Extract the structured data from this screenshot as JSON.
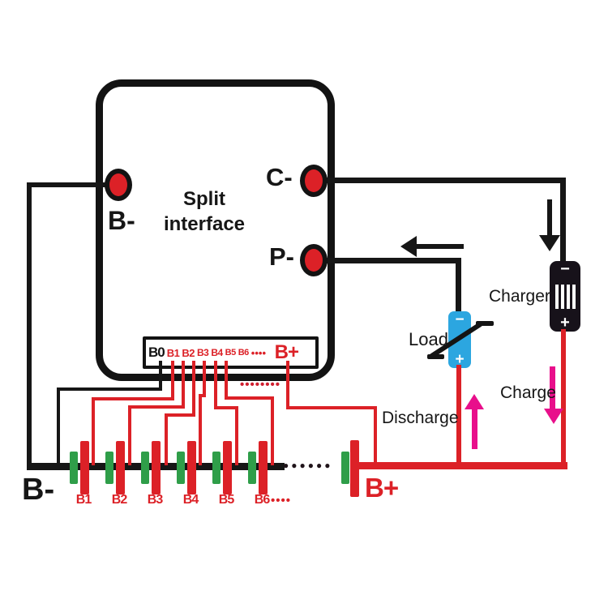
{
  "interface_box": {
    "title_line1": "Split",
    "title_line2": "interface",
    "terminal_b_minus": "B-",
    "terminal_c_minus": "C-",
    "terminal_p_minus": "P-"
  },
  "connector": {
    "pin_b0": "B0",
    "pin_labels": [
      "B1",
      "B2",
      "B3",
      "B4",
      "B5",
      "B6"
    ],
    "more_dots": "••••",
    "pin_b_plus": "B+",
    "wire_dots": "••••••••"
  },
  "battery": {
    "cell_labels": [
      "B1",
      "B2",
      "B3",
      "B4",
      "B5",
      "B6"
    ],
    "more_cell_dots": "••••",
    "rail_dots": "●●●●●●",
    "b_minus_label": "B-",
    "b_plus_label": "B+"
  },
  "load": {
    "label": "Load",
    "minus_sign": "−",
    "plus_sign": "+"
  },
  "charger": {
    "label": "Charger",
    "minus_sign": "−",
    "plus_sign": "+"
  },
  "flow_labels": {
    "discharge": "Discharge",
    "charge": "Charge"
  },
  "colors": {
    "wire_red": "#dc2127",
    "cell_green": "#2f9e49",
    "load_blue": "#2ca6e0",
    "arrow_magenta": "#e80f8b",
    "wire_black": "#161616"
  }
}
